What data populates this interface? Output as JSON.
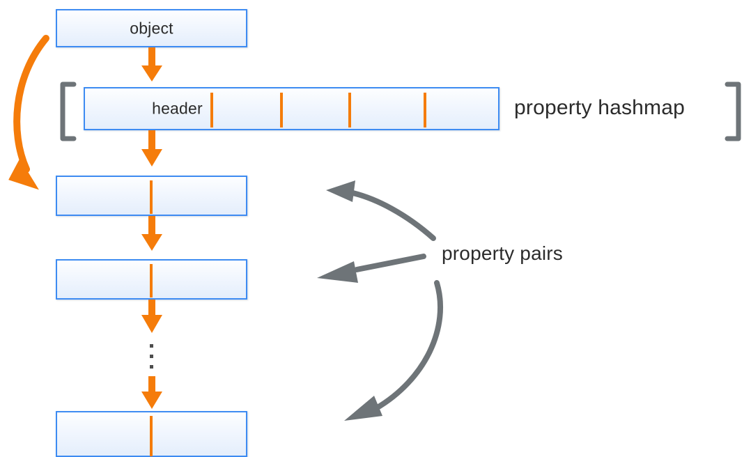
{
  "diagram": {
    "title_text": "",
    "colors": {
      "box_border": "#3d8bf2",
      "box_fill_top": "#fdfeff",
      "box_fill_bottom": "#e4eefc",
      "orange": "#f57c0a",
      "gray": "#6e7478",
      "bracket_gray": "#6e7478",
      "text": "#2b2b2b",
      "background": "#ffffff"
    },
    "object_box": {
      "label": "object"
    },
    "hashmap_row": {
      "label": "header",
      "annotation": "property hashmap",
      "slot_count": 4,
      "bracket_left": "[",
      "bracket_right": "]"
    },
    "property_pairs": {
      "annotation": "property pairs",
      "boxes": [
        {
          "label": ""
        },
        {
          "label": ""
        },
        {
          "label": ""
        }
      ],
      "ellipsis": "⋮"
    },
    "arrows": {
      "object_to_header": "down-arrow",
      "header_to_pair1": "down-arrow",
      "pair1_to_pair2": "down-arrow",
      "pair2_to_ellipsis": "down-arrow",
      "ellipsis_to_pair3": "down-arrow",
      "object_to_pairs_curve": "curved-orange-arrow",
      "pairs_callout_top": "curved-gray-arrow",
      "pairs_callout_middle": "straight-gray-arrow",
      "pairs_callout_bottom": "curved-gray-arrow"
    }
  }
}
